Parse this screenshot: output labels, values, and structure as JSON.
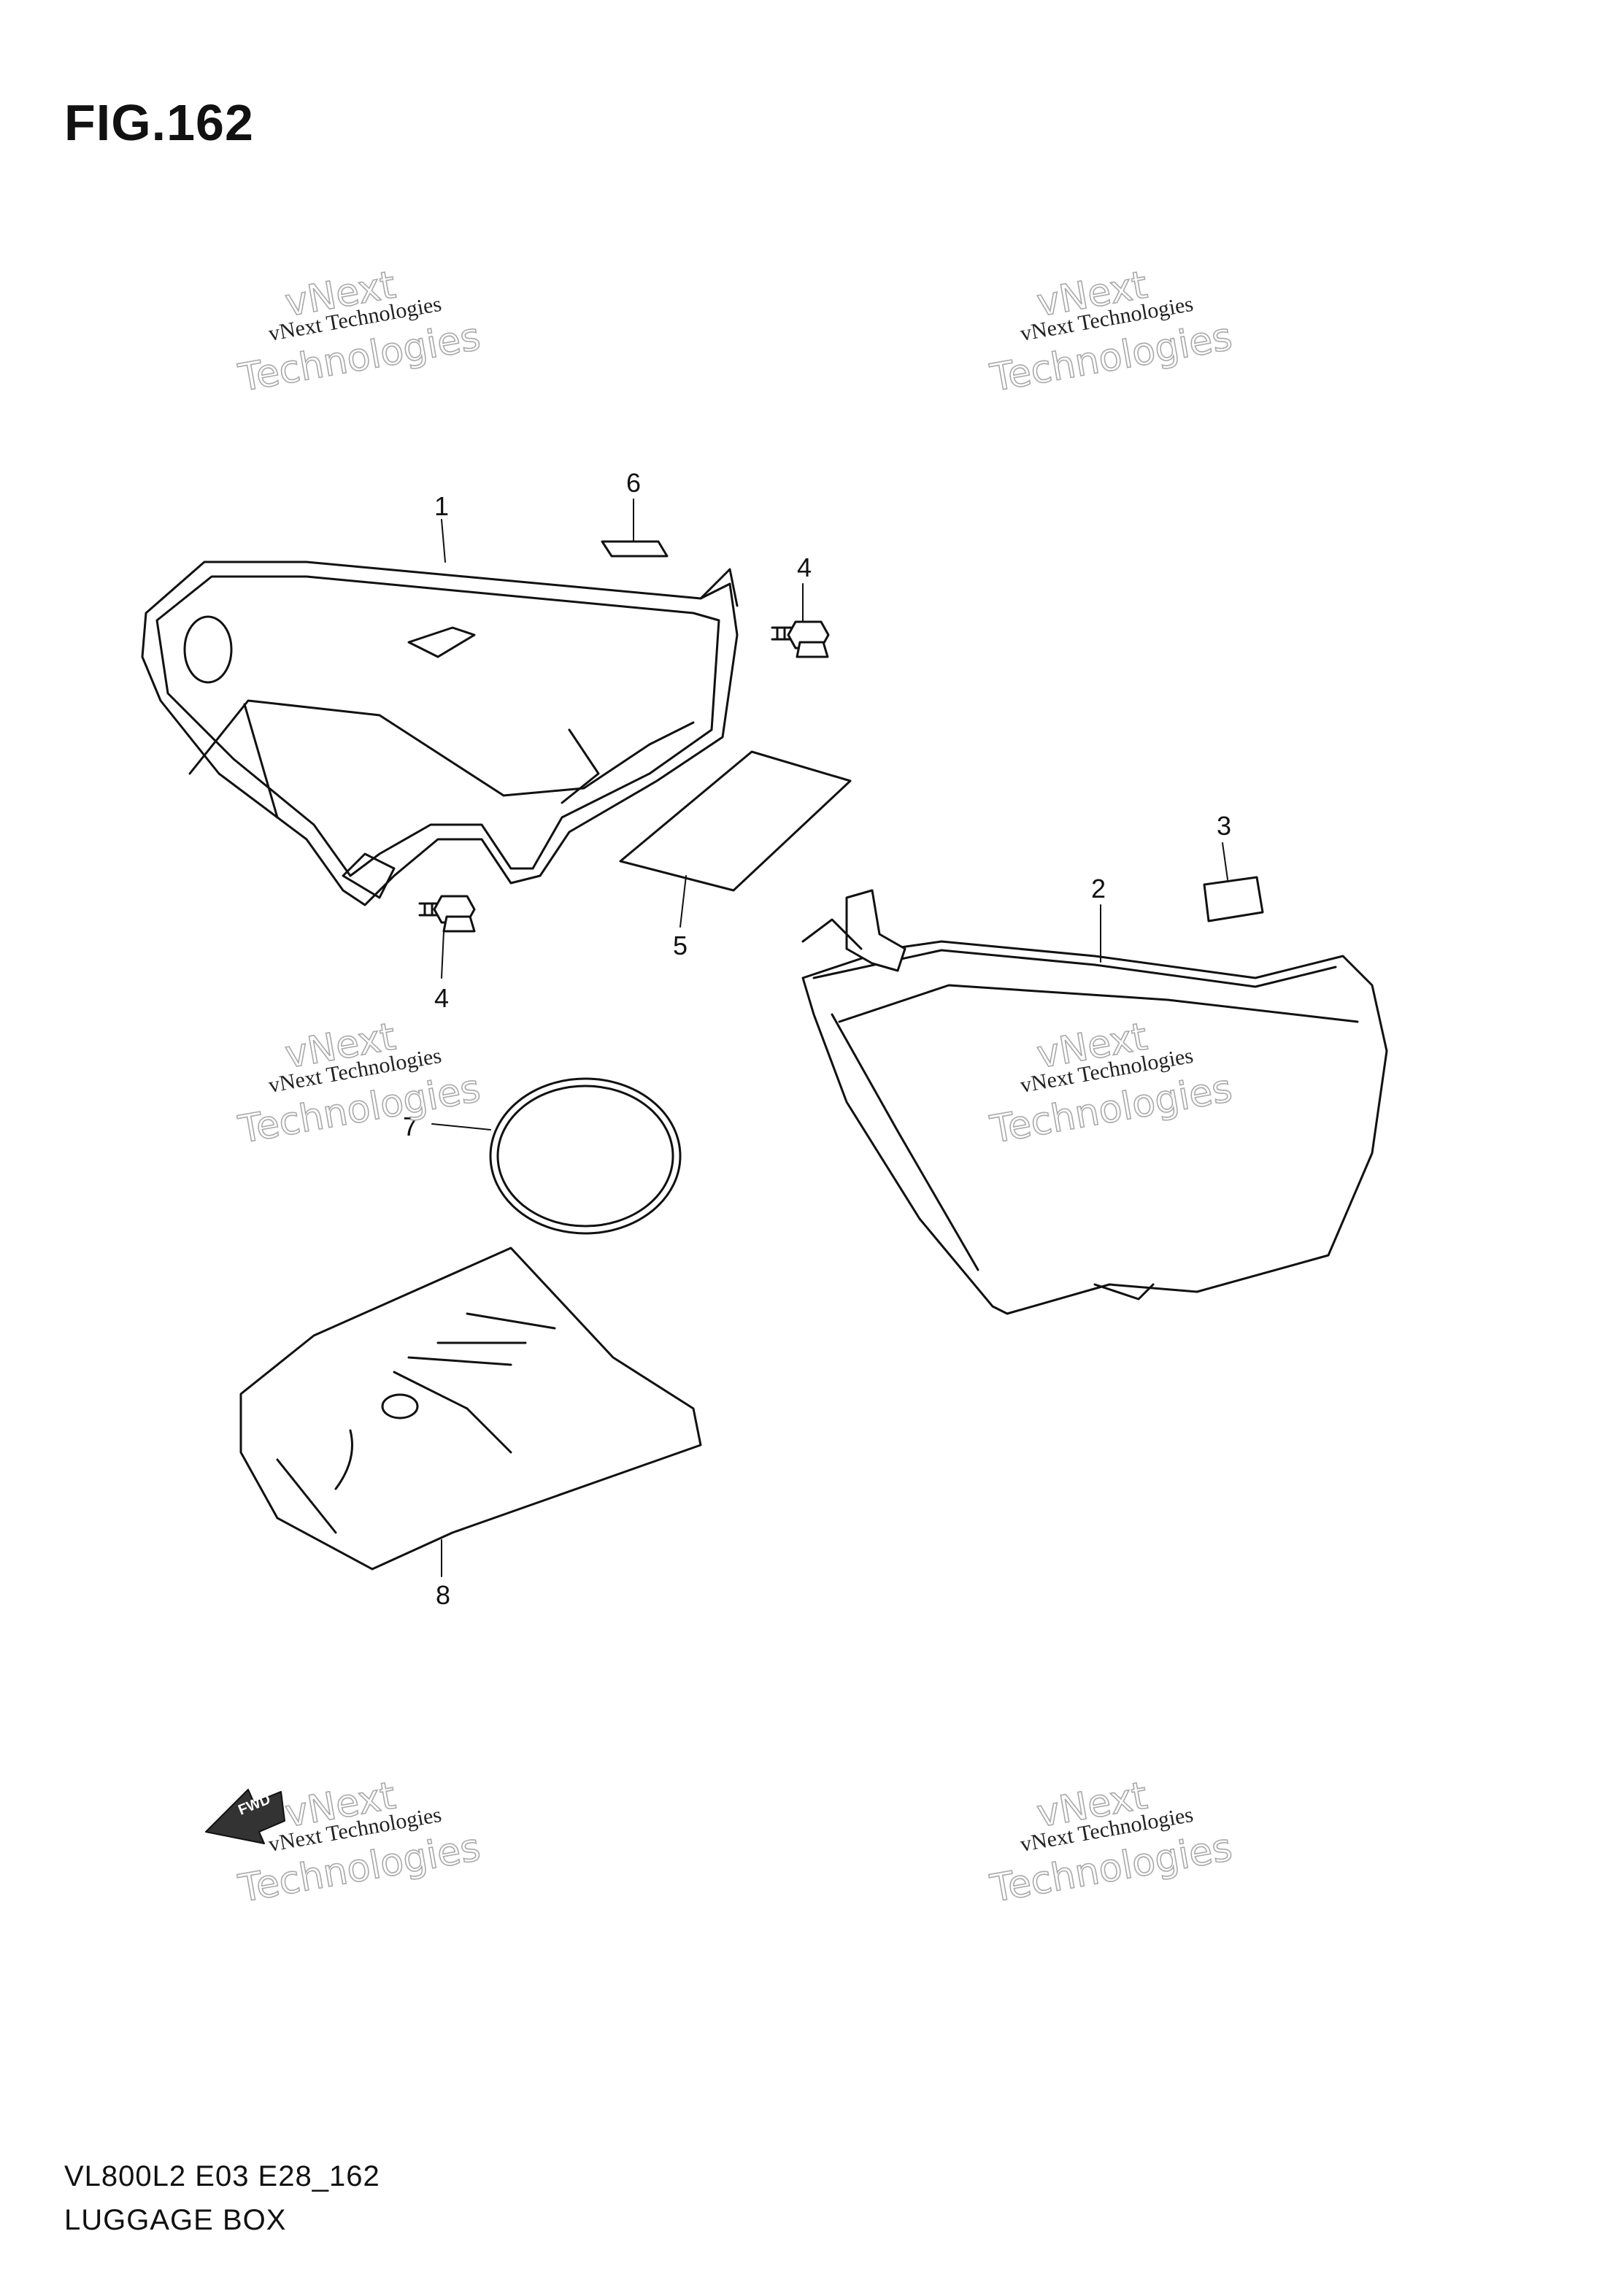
{
  "figure": {
    "title": "FIG.162",
    "model_code": "VL800L2 E03 E28_162",
    "caption": "LUGGAGE BOX"
  },
  "callouts": [
    {
      "id": "c1",
      "label": "1"
    },
    {
      "id": "c2",
      "label": "2"
    },
    {
      "id": "c3",
      "label": "3"
    },
    {
      "id": "c4a",
      "label": "4"
    },
    {
      "id": "c4b",
      "label": "4"
    },
    {
      "id": "c5",
      "label": "5"
    },
    {
      "id": "c6",
      "label": "6"
    },
    {
      "id": "c7",
      "label": "7"
    },
    {
      "id": "c8",
      "label": "8"
    }
  ],
  "direction_badge": {
    "label": "FWD"
  },
  "watermark": {
    "line1": "vNext Technologies",
    "big_top": "vNext",
    "big_bottom": "Technologies",
    "color": "#a9a9a9"
  }
}
